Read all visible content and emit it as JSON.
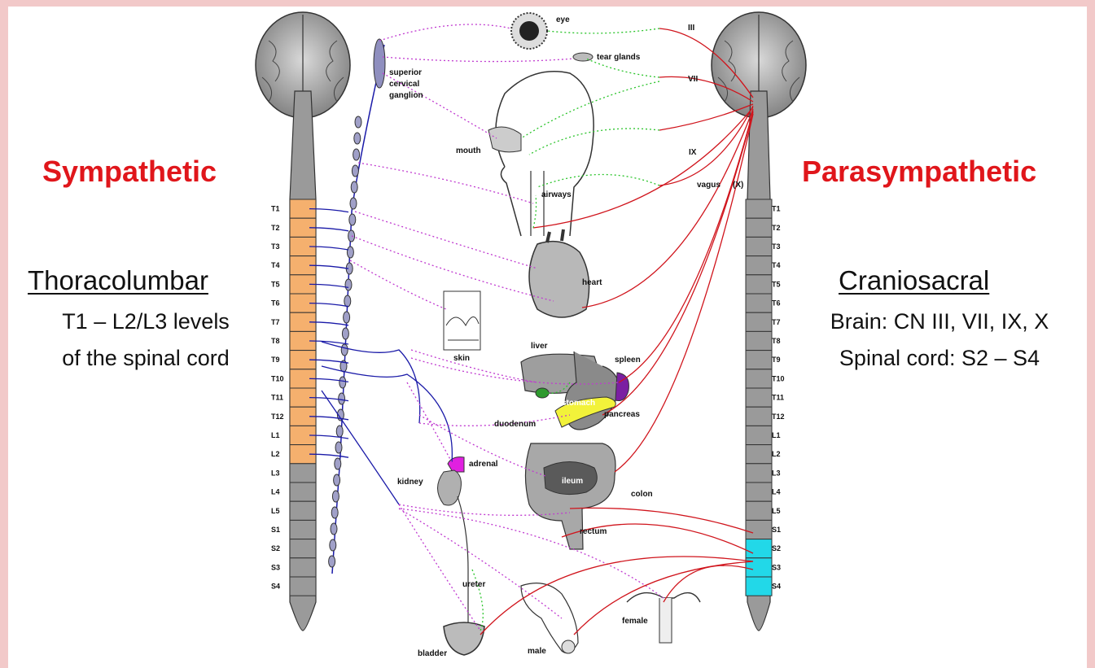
{
  "sympathetic": {
    "title": "Sympathetic",
    "division": "Thoracolumbar",
    "description_lines": [
      "T1 – L2/L3 levels",
      "of the spinal cord"
    ]
  },
  "parasympathetic": {
    "title": "Parasympathetic",
    "division": "Craniosacral",
    "description_lines": [
      "Brain: CN III, VII, IX, X",
      "Spinal cord: S2 – S4"
    ]
  },
  "spinal_segments": [
    "T1",
    "T2",
    "T3",
    "T4",
    "T5",
    "T6",
    "T7",
    "T8",
    "T9",
    "T10",
    "T11",
    "T12",
    "L1",
    "L2",
    "L3",
    "L4",
    "L5",
    "S1",
    "S2",
    "S3",
    "S4"
  ],
  "organ_labels": {
    "eye": "eye",
    "tear_glands": "tear glands",
    "superior_cervical_ganglion": [
      "superior",
      "cervical",
      "ganglion"
    ],
    "mouth": "mouth",
    "airways": "airways",
    "heart": "heart",
    "skin": "skin",
    "liver": "liver",
    "spleen": "spleen",
    "stomach": "stomach",
    "pancreas": "pancreas",
    "duodenum": "duodenum",
    "adrenal": "adrenal",
    "kidney": "kidney",
    "ileum": "ileum",
    "colon": "colon",
    "rectum": "rectum",
    "ureter": "ureter",
    "bladder": "bladder",
    "male": "male",
    "female": "female"
  },
  "cranial_nerve_labels": {
    "cn3": "III",
    "cn7": "VII",
    "cn9": "IX",
    "vagus": "vagus",
    "cn10": "(X)"
  },
  "colors": {
    "sympathetic_title": "#e0161b",
    "sympathetic_segments": "#f5b06e",
    "parasympathetic_segments": "#22d8e8",
    "preganglionic_sympathetic": "#1a1aa8",
    "postganglionic_sympathetic": "#c03ad0",
    "parasympathetic_preganglionic": "#d0141c",
    "parasympathetic_postganglionic": "#2bc42b",
    "background": "#f2c9c9"
  }
}
